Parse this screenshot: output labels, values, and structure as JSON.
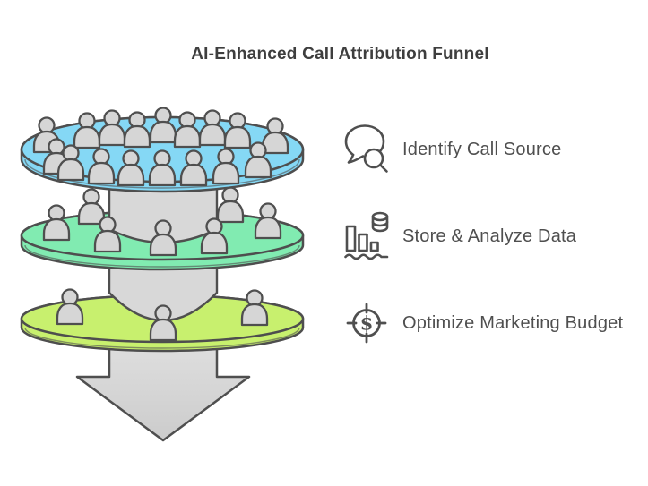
{
  "title": "AI-Enhanced Call Attribution Funnel",
  "diagram_type": "funnel",
  "colors": {
    "stage1_disc": "#85D8F5",
    "stage2_disc": "#81EBB1",
    "stage3_disc": "#C8F06E",
    "outline": "#4E4E4E",
    "cylinder_gray": "#D8D8D8",
    "people_fill": "#D6D6D6",
    "title_text": "#3E3E3E",
    "label_text": "#4F4F4F"
  },
  "stages": [
    {
      "label": "Identify Call Source",
      "icon": "chat-search-icon",
      "disc_color": "#85D8F5",
      "people_count": 17
    },
    {
      "label": "Store & Analyze Data",
      "icon": "bar-chart-database-icon",
      "disc_color": "#81EBB1",
      "people_count": 7
    },
    {
      "label": "Optimize Marketing Budget",
      "icon": "dollar-target-icon",
      "disc_color": "#C8F06E",
      "people_count": 3
    }
  ],
  "icon_glyphs": {
    "dollar_sign": "$"
  }
}
